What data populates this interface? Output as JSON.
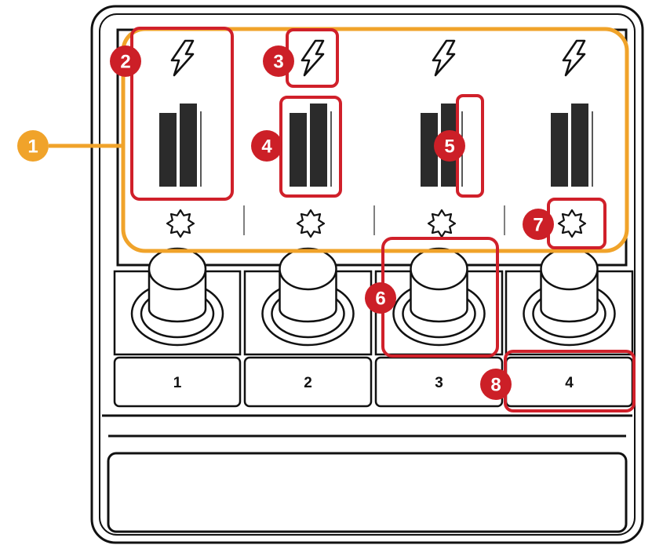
{
  "colors": {
    "outline": "#111111",
    "bar": "#2b2b2b",
    "highlight_red": "#d0202a",
    "highlight_orange": "#f0a32a",
    "callout_red": "#cc1f27",
    "callout_orange": "#f0a32a"
  },
  "icons": {
    "power": "lightning-bolt-icon",
    "settings": "starburst-gear-icon"
  },
  "channels": [
    {
      "label": "1"
    },
    {
      "label": "2"
    },
    {
      "label": "3"
    },
    {
      "label": "4"
    }
  ],
  "callouts": [
    "1",
    "2",
    "3",
    "4",
    "5",
    "6",
    "7",
    "8"
  ]
}
